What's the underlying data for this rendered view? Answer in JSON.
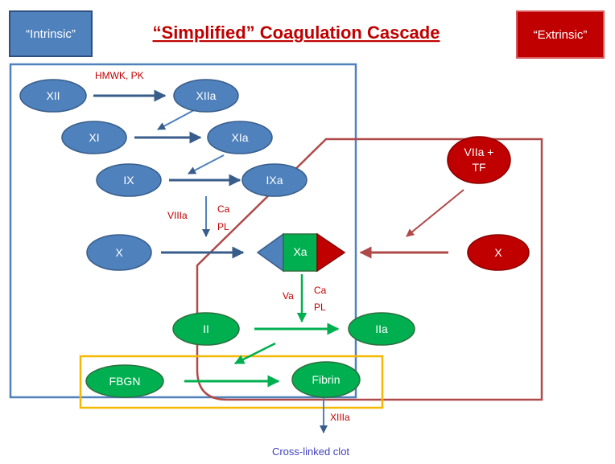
{
  "title": "“Simplified” Coagulation Cascade",
  "intrinsic_label": "“Intrinsic”",
  "extrinsic_label": "“Extrinsic”",
  "colors": {
    "blue": "#4f81bd",
    "blue_stroke": "#385d8a",
    "red": "#c00000",
    "red_stroke": "#8b0000",
    "green": "#00b050",
    "green_stroke": "#2f6f3f",
    "yellow": "#f5b800",
    "extrinsic_outline": "#b04a4a"
  },
  "nodes": {
    "xii": "XII",
    "xiia": "XIIa",
    "xi": "XI",
    "xia": "XIa",
    "ix": "IX",
    "ixa": "IXa",
    "x_intrinsic": "X",
    "xa": "Xa",
    "x_extrinsic": "X",
    "viia_tf_line1": "VIIa +",
    "viia_tf_line2": "TF",
    "ii": "II",
    "iia": "IIa",
    "fbgn": "FBGN",
    "fibrin": "Fibrin"
  },
  "cofactors": {
    "hmwk_pk": "HMWK, PK",
    "viiia": "VIIIa",
    "ca_1": "Ca",
    "pl_1": "PL",
    "va": "Va",
    "ca_2": "Ca",
    "pl_2": "PL",
    "xiiia": "XIIIa"
  },
  "product": "Cross-linked clot"
}
